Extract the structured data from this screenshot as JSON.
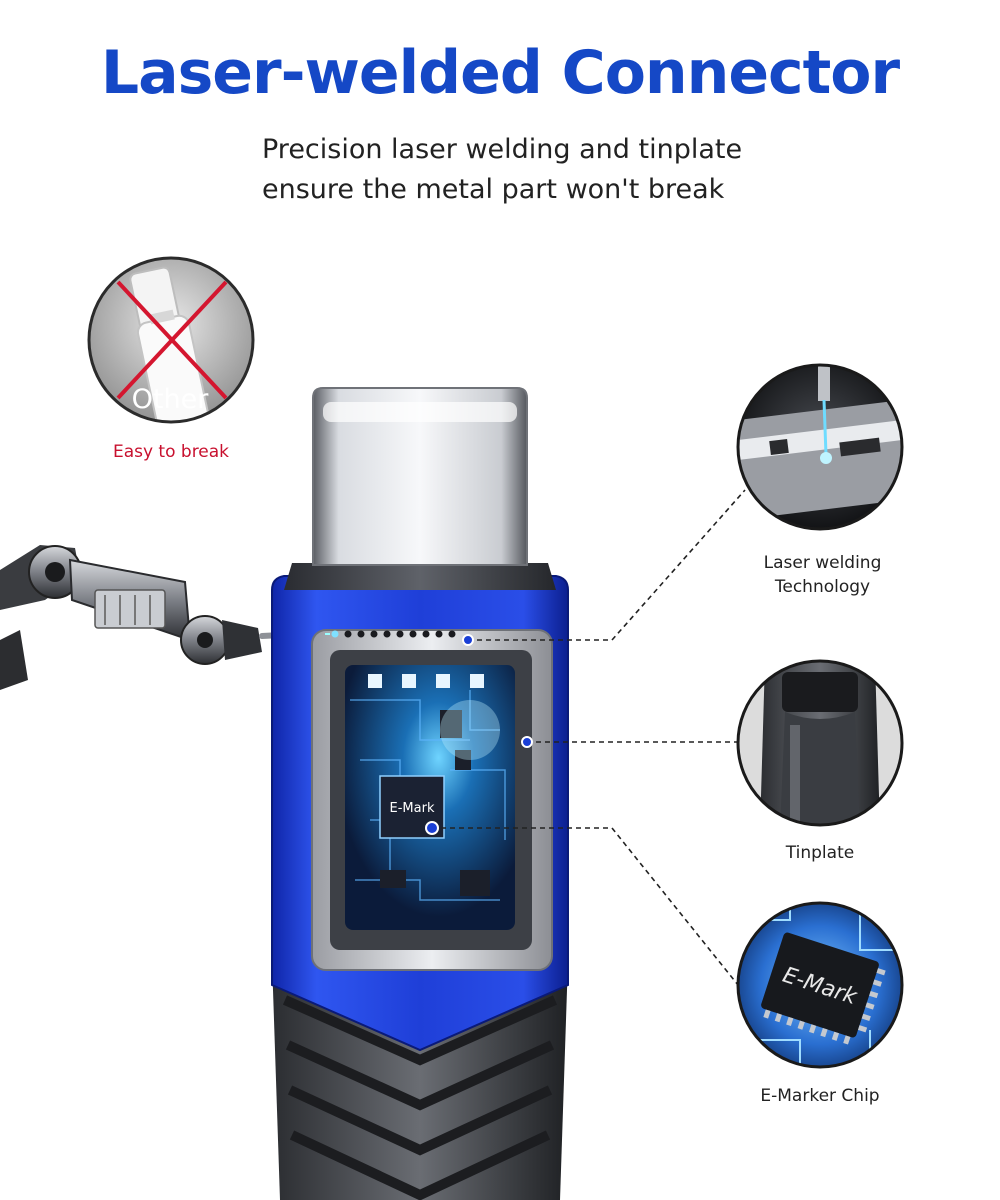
{
  "header": {
    "title": "Laser-welded Connector",
    "subtitle_lines": [
      "Precision laser welding and tinplate",
      "ensure the metal part won't break"
    ]
  },
  "comparison": {
    "badge_text": "Other",
    "caption": "Easy to break",
    "caption_color": "#c8102e"
  },
  "chip_label": "E-Mark",
  "callouts": [
    {
      "lines": [
        "Laser welding",
        "Technology"
      ],
      "icon": "laser-welding-closeup-icon"
    },
    {
      "lines": [
        "Tinplate"
      ],
      "icon": "tinplate-closeup-icon"
    },
    {
      "lines": [
        "E-Marker Chip"
      ],
      "chip_text": "E-Mark",
      "icon": "emark-chip-closeup-icon"
    }
  ],
  "colors": {
    "title": "#1548c6",
    "connector_blue": "#1f3fd8",
    "text": "#222222"
  }
}
